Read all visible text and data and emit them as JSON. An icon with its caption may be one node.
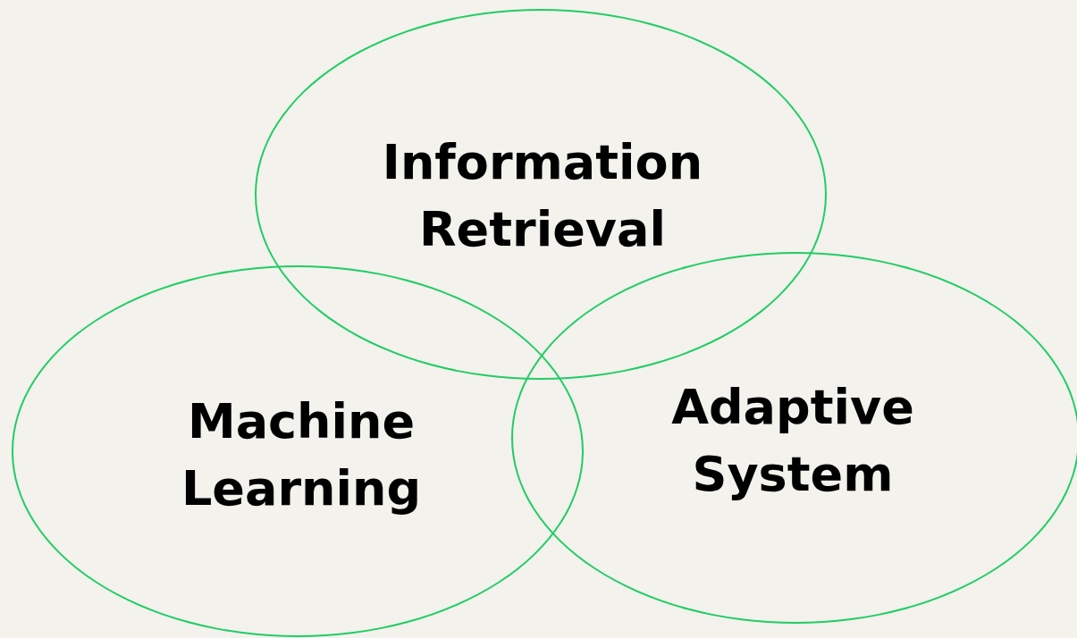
{
  "diagram": {
    "nodes": [
      {
        "text": [
          "Information Retrieval"
        ]
      },
      {
        "text": [
          "Machine Learning"
        ]
      },
      {
        "text": [
          "Adaptive System"
        ]
      }
    ]
  }
}
